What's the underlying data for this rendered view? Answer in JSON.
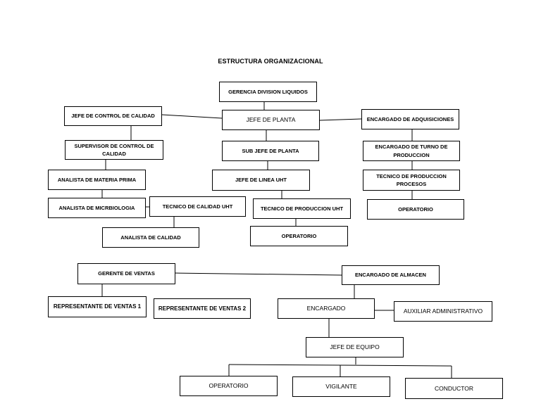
{
  "title": "ESTRUCTURA ORGANIZACIONAL",
  "nodes": {
    "gerencia": "GERENCIA DIVISION LIQUIDOS",
    "jefe_planta": "JEFE DE PLANTA",
    "jefe_control_calidad": "JEFE DE CONTROL DE CALIDAD",
    "encargado_adquisiciones": "ENCARGADO DE ADQUISICIONES",
    "supervisor_control_calidad": "SUPERVISOR DE CONTROL DE CALIDAD",
    "sub_jefe_planta": "SUB JEFE DE PLANTA",
    "encargado_turno": "ENCARGADO DE TURNO DE PRODUCCION",
    "analista_materia_prima": "ANALISTA DE MATERIA PRIMA",
    "jefe_linea_uht": "JEFE DE LINEA UHT",
    "tecnico_produccion_procesos": "TECNICO DE PRODUCCION PROCESOS",
    "analista_microbiologia": "ANALISTA DE MICRBIOLOGIA",
    "tecnico_calidad_uht": "TECNICO DE CALIDAD UHT",
    "tecnico_produccion_uht": "TECNICO DE PRODUCCION UHT",
    "operatorio_1": "OPERATORIO",
    "analista_calidad": "ANALISTA DE CALIDAD",
    "operatorio_2": "OPERATORIO",
    "gerente_ventas": "GERENTE DE VENTAS",
    "encargado_almacen": "ENCARGADO DE ALMACEN",
    "representante_ventas_1": "REPRESENTANTE DE VENTAS 1",
    "representante_ventas_2": "REPRESENTANTE DE VENTAS 2",
    "encargado": "ENCARGADO",
    "auxiliar_administrativo": "AUXILIAR ADMINISTRATIVO",
    "jefe_equipo": "JEFE DE EQUIPO",
    "operatorio_3": "OPERATORIO",
    "vigilante": "VIGILANTE",
    "conductor": "CONDUCTOR"
  }
}
